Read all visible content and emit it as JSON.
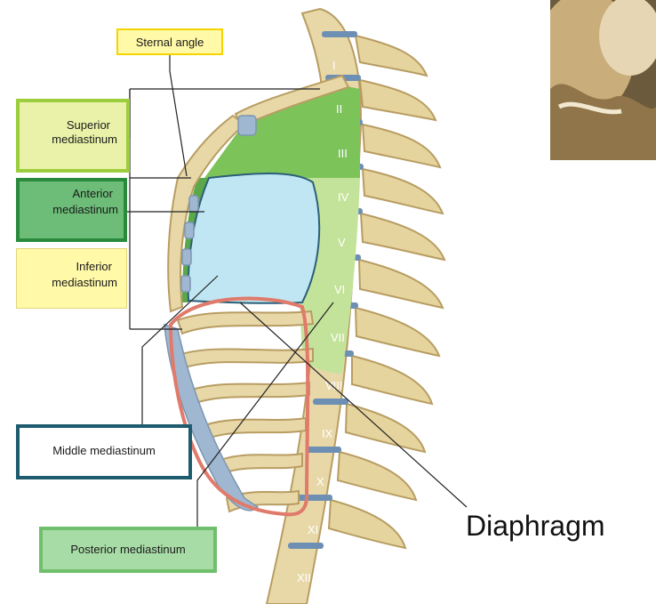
{
  "labels": {
    "sternal_angle": "Sternal angle",
    "superior": [
      "Superior",
      "mediastinum"
    ],
    "anterior": [
      "Anterior",
      "mediastinum"
    ],
    "inferior": [
      "Inferior",
      "mediastinum"
    ],
    "middle": "Middle mediastinum",
    "posterior": "Posterior mediastinum",
    "diaphragm": "Diaphragm"
  },
  "vertebrae": [
    "I",
    "II",
    "III",
    "IV",
    "V",
    "VI",
    "VII",
    "VIII",
    "IX",
    "X",
    "XI",
    "XII"
  ],
  "colors": {
    "bone": "#e8d8a8",
    "bone_shadow": "#c9b27a",
    "cartilage": "#9fb7d0",
    "superior_region": "#7cc35a",
    "anterior_region": "#5aa84a",
    "middle_region": "#bfe6f2",
    "posterior_region": "#c4e39a",
    "diaphragm_line": "#e07a6a",
    "disc": "#6d8fb3"
  }
}
